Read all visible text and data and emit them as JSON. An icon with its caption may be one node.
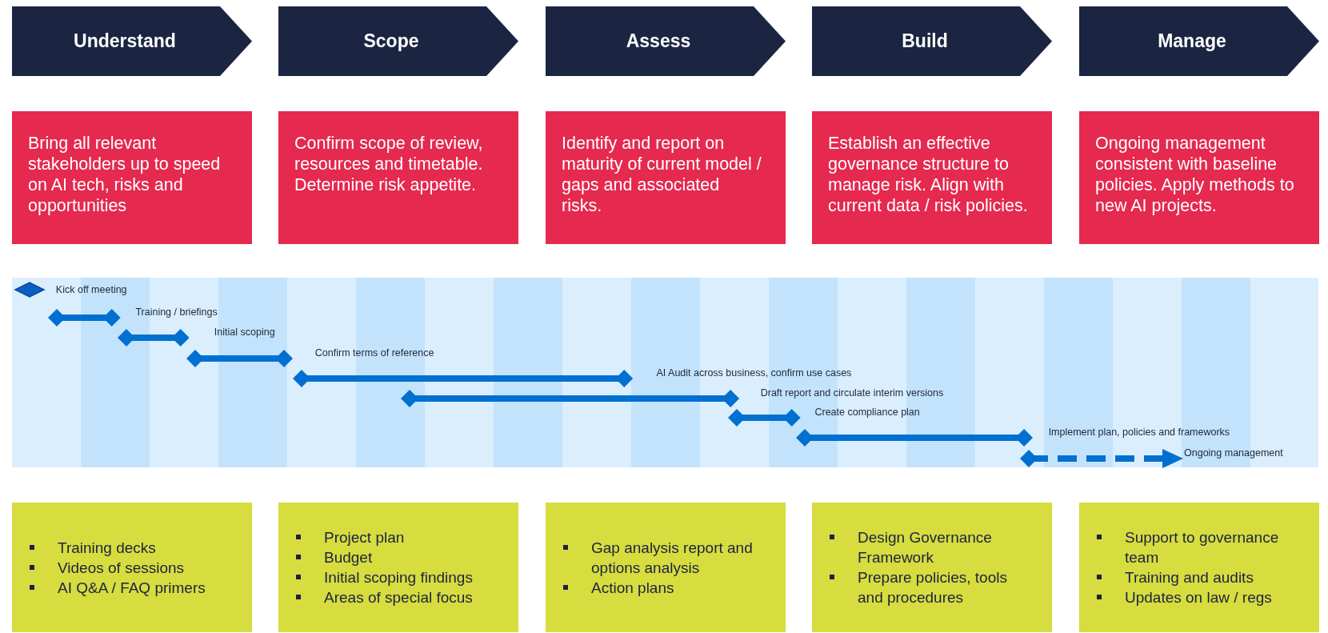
{
  "diagram": {
    "nodes": [
      {
        "text": [
          "Understand"
        ]
      },
      {
        "text": [
          "Scope"
        ]
      },
      {
        "text": [
          "Assess"
        ]
      },
      {
        "text": [
          "Build"
        ]
      },
      {
        "text": [
          "Manage"
        ]
      },
      {
        "text": [
          "Bring all relevant stakeholders up to speed on AI tech, risks and opportunities"
        ]
      },
      {
        "text": [
          "Confirm scope of review, resources and timetable. Determine risk appetite."
        ]
      },
      {
        "text": [
          "Identify and report on maturity of current model / gaps and associated risks."
        ]
      },
      {
        "text": [
          "Establish an effective governance structure to manage risk. Align with current data / risk policies."
        ]
      },
      {
        "text": [
          "Ongoing management consistent with baseline policies. Apply methods to new AI projects."
        ]
      },
      {
        "text": [],
        "shape": "band"
      },
      {
        "text": [],
        "shape": "diamond",
        "in": 10
      },
      {
        "text": [],
        "shape": "bar",
        "in": 10
      },
      {
        "text": [],
        "shape": "bar",
        "in": 10
      },
      {
        "text": [],
        "shape": "bar",
        "in": 10
      },
      {
        "text": [],
        "shape": "bar",
        "in": 10
      },
      {
        "text": [],
        "shape": "bar",
        "in": 10
      },
      {
        "text": [],
        "shape": "bar",
        "in": 10
      },
      {
        "text": [],
        "shape": "bar",
        "in": 10
      },
      {
        "text": [],
        "shape": "arrow",
        "in": 10
      },
      {
        "text": [
          "Training decks",
          "Videos of sessions",
          "AI Q&A / FAQ primers"
        ]
      },
      {
        "text": [
          "Project plan",
          "Budget",
          "Initial scoping findings",
          "Areas of special focus"
        ]
      },
      {
        "text": [
          "Gap analysis report and options analysis",
          "Action plans"
        ]
      },
      {
        "text": [
          "Design Governance Framework",
          "Prepare policies, tools and procedures"
        ]
      },
      {
        "text": [
          "Support to governance team",
          "Training and audits",
          "Updates on law / regs"
        ]
      }
    ],
    "labels": [
      "Kick off meeting",
      "Training / briefings",
      "Initial scoping",
      "Confirm terms of reference",
      "AI Audit across business, confirm use cases",
      "Draft report and circulate interim versions",
      "Create compliance plan",
      "Implement plan, policies and frameworks",
      "Ongoing management"
    ]
  }
}
